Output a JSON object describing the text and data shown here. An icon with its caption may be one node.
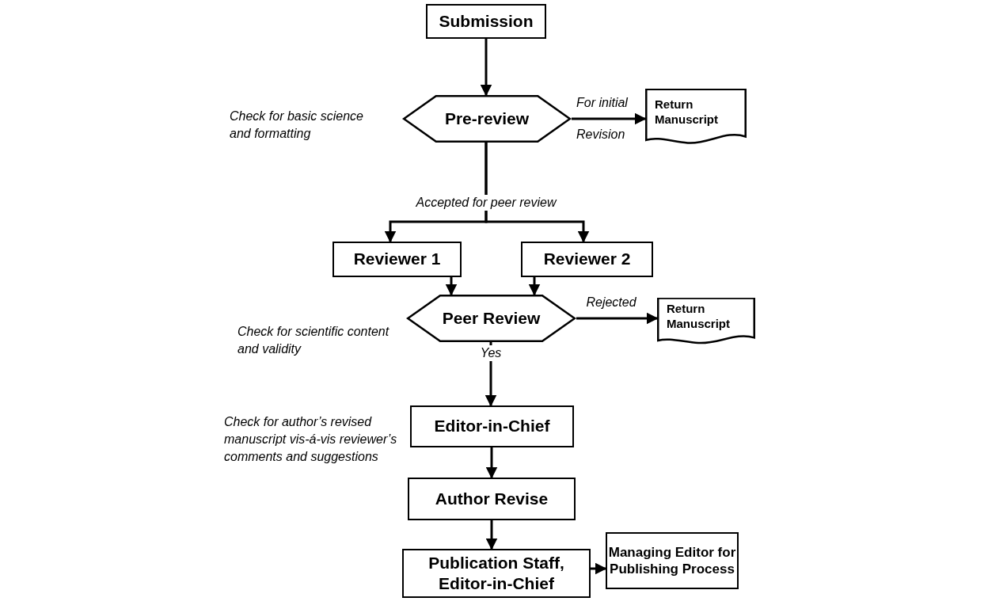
{
  "diagram": {
    "nodes": [
      {
        "text": [
          "Submission"
        ]
      },
      {
        "text": [
          "Pre-review"
        ],
        "beside": [
          "Check for basic science and formatting"
        ]
      },
      {
        "text": [
          "Return Manuscript"
        ]
      },
      {
        "text": [
          "Reviewer 1"
        ]
      },
      {
        "text": [
          "Reviewer 2"
        ]
      },
      {
        "text": [
          "Peer Review"
        ],
        "beside": [
          "Check for scientific content and validity"
        ]
      },
      {
        "text": [
          "Return Manuscript"
        ]
      },
      {
        "text": [
          "Editor-in-Chief"
        ],
        "beside": [
          "Check for author’s revised manuscript vis-á-vis reviewer’s comments and suggestions"
        ]
      },
      {
        "text": [
          "Author Revise"
        ]
      },
      {
        "text": [
          "Publication Staff, Editor-in-Chief"
        ]
      },
      {
        "text": [
          "Managing Editor for Publishing Process"
        ]
      }
    ],
    "edges": [
      {
        "from": 0,
        "to": 1,
        "arrow": "to"
      },
      {
        "from": 1,
        "to": 2,
        "arrow": "to",
        "label": "For initial Revision"
      },
      {
        "from": 1,
        "to": 3,
        "arrow": "to",
        "label": "Accepted for peer review"
      },
      {
        "from": 1,
        "to": 4,
        "arrow": "to"
      },
      {
        "from": 3,
        "to": 5,
        "arrow": "to"
      },
      {
        "from": 4,
        "to": 5,
        "arrow": "to"
      },
      {
        "from": 5,
        "to": 6,
        "arrow": "to",
        "label": "Rejected"
      },
      {
        "from": 5,
        "to": 7,
        "arrow": "to",
        "label": "Yes"
      },
      {
        "from": 7,
        "to": 8,
        "arrow": "to"
      },
      {
        "from": 8,
        "to": 9,
        "arrow": "to"
      },
      {
        "from": 9,
        "to": 10,
        "arrow": "to"
      }
    ]
  }
}
